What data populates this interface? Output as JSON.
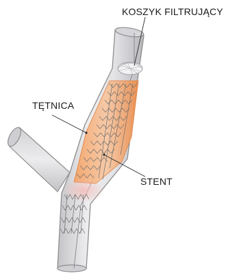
{
  "labels": {
    "filter_basket": "KOSZYK FILTRUJĄCY",
    "artery": "TĘTNICA",
    "stent": "STENT"
  },
  "colors": {
    "vessel_outline": "#8d8d8d",
    "vessel_fill": "#dcdcde",
    "plaque": "#ef9a5c",
    "stent_wire": "#6e6e6e",
    "leader_line": "#2a2a2a"
  }
}
